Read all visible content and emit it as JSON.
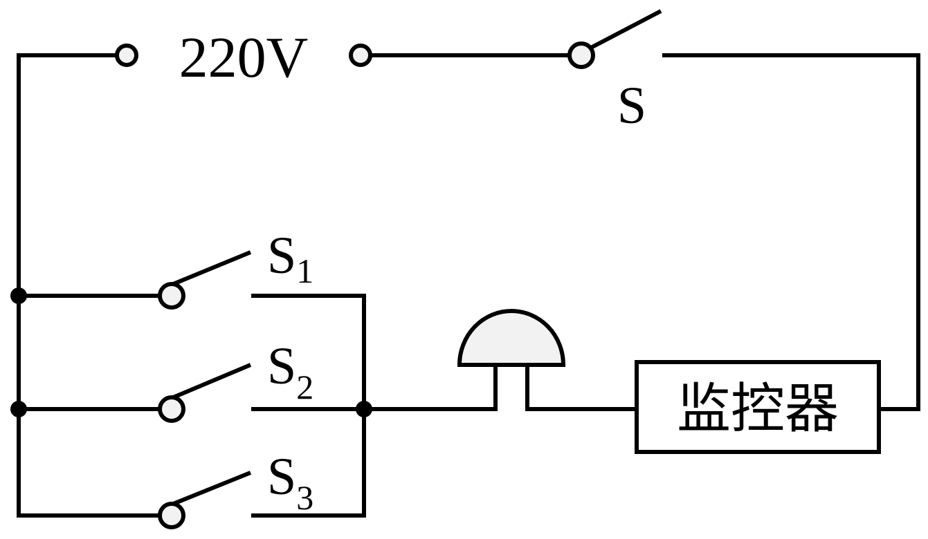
{
  "source_label": "220V",
  "main_switch_label": "S",
  "branch_switches": [
    {
      "letter": "S",
      "index": "1"
    },
    {
      "letter": "S",
      "index": "2"
    },
    {
      "letter": "S",
      "index": "3"
    }
  ],
  "monitor_label": "监控器",
  "colors": {
    "line": "#000000",
    "terminal_fill": "#f2f2f2",
    "background": "#ffffff"
  },
  "icons": {
    "bell": "electric-bell-icon",
    "terminal": "terminal-circle-icon"
  }
}
